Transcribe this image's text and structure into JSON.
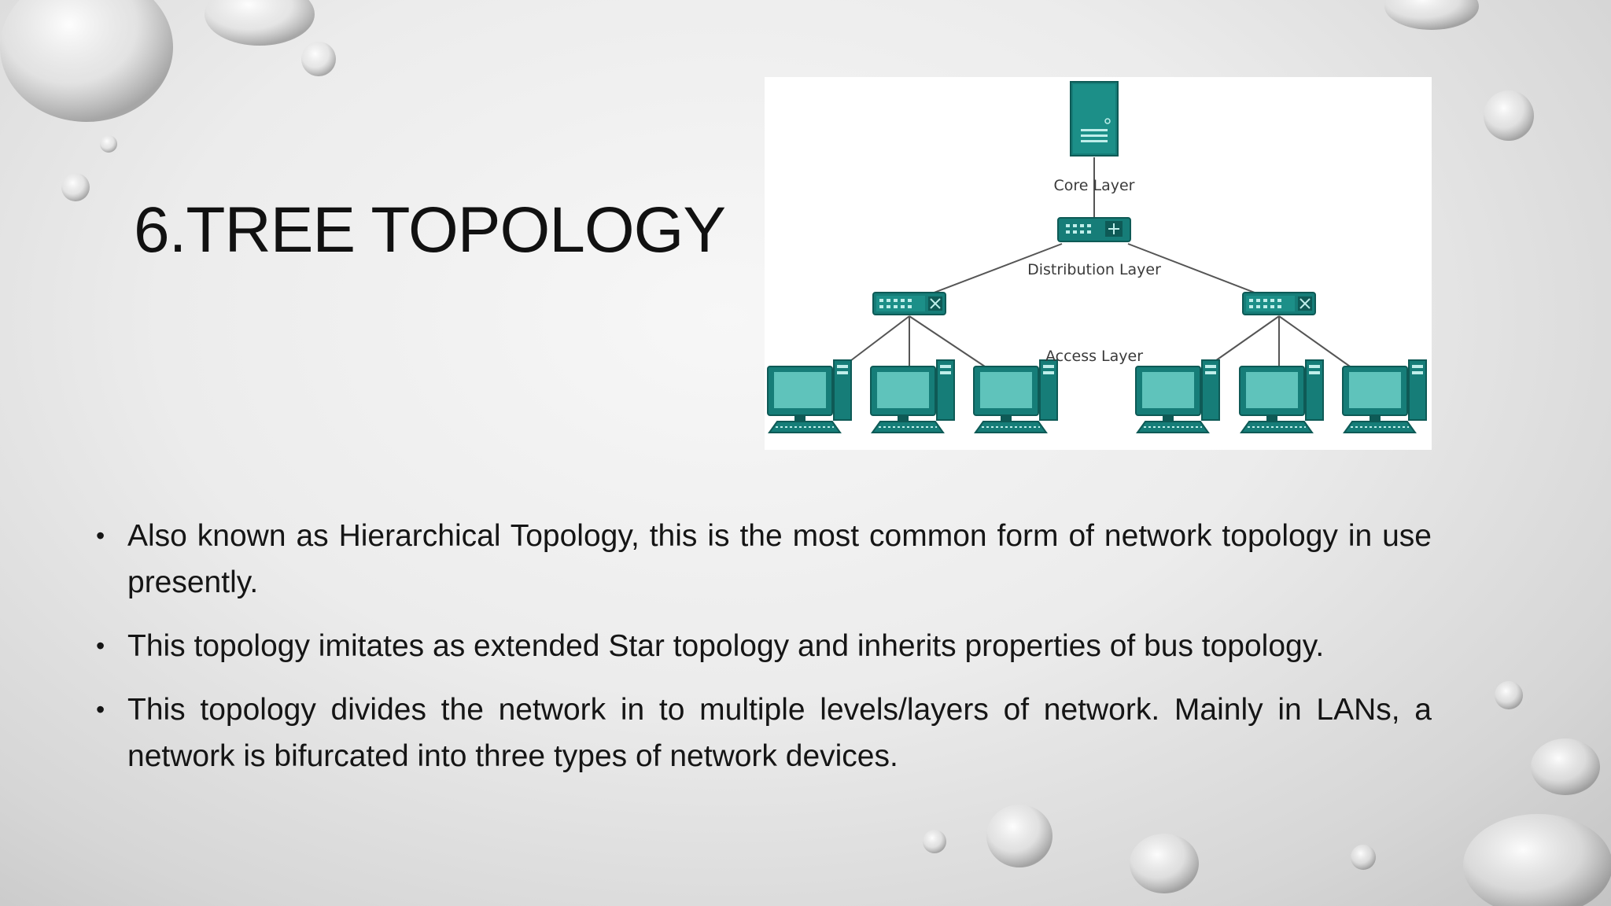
{
  "slide": {
    "title": "6.TREE TOPOLOGY",
    "bullets": [
      "Also known as Hierarchical Topology, this is the most common form of network topology in use presently.",
      "This topology imitates as extended Star topology and inherits properties of bus topology.",
      "This topology divides the network in to multiple levels/layers of network. Mainly in LANs, a network is bifurcated into three types of network devices."
    ]
  },
  "diagram": {
    "labels": {
      "core": "Core Layer",
      "distribution": "Distribution Layer",
      "access": "Access Layer"
    },
    "icons": [
      "server-icon",
      "switch-icon",
      "computer-icon"
    ],
    "colors": {
      "device": "#167d78",
      "device_dark": "#0e5a56",
      "device_light": "#5fc3bb",
      "link": "#555555"
    }
  }
}
